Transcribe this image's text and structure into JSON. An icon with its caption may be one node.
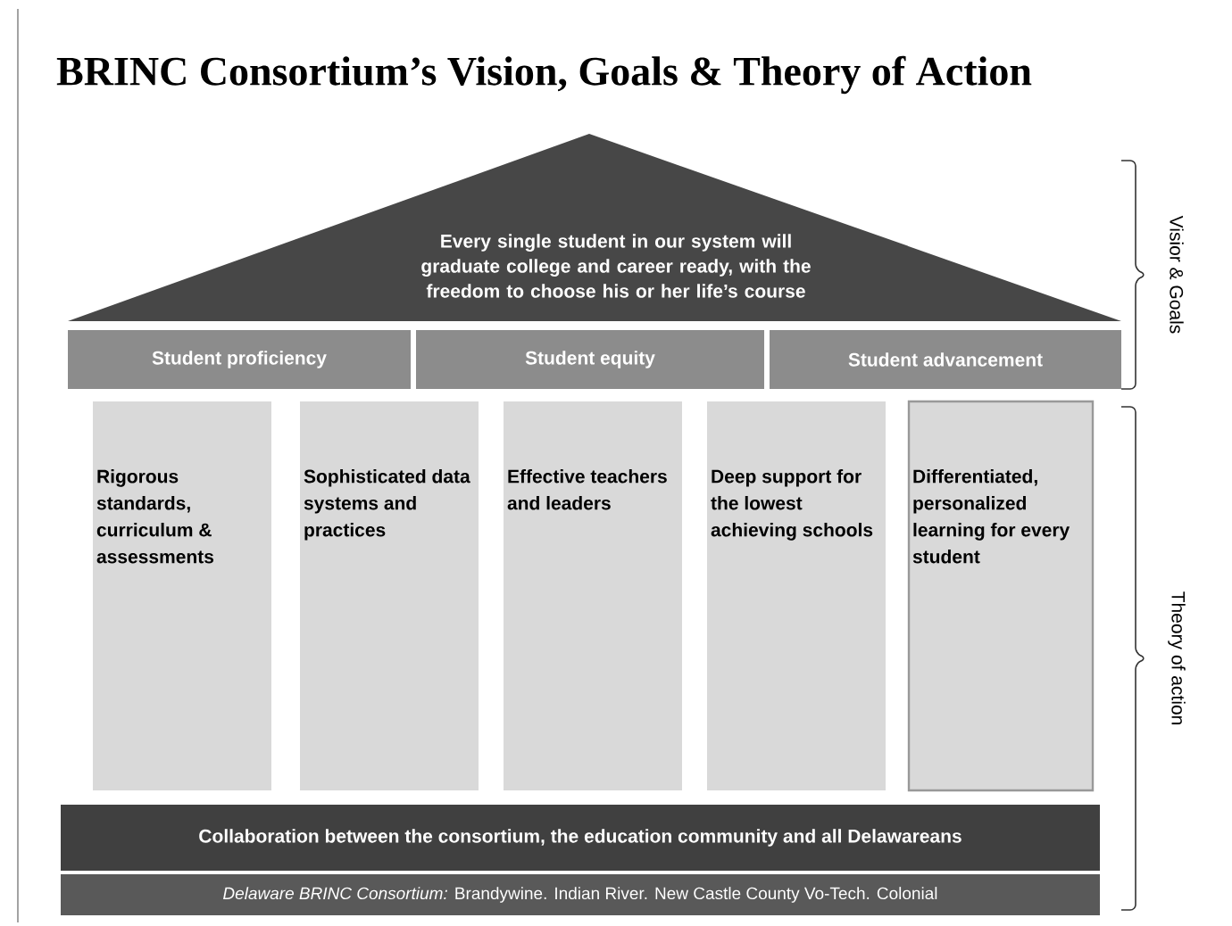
{
  "diagram": {
    "title": "BRINC Consortium’s Vision, Goals & Theory of Action",
    "nodes": [
      {
        "text": [
          "Every single student in our system will graduate college and career ready, with the freedom to choose his or her life’s course"
        ]
      },
      {
        "text": [
          "Student proficiency"
        ]
      },
      {
        "text": [
          "Student equity"
        ]
      },
      {
        "text": [
          "Student  advancement"
        ]
      },
      {
        "text": [
          "Rigorous standards, curriculum & assessments"
        ]
      },
      {
        "text": [
          "Sophisticated data systems and practices"
        ]
      },
      {
        "text": [
          "Effective teachers and leaders"
        ]
      },
      {
        "text": [
          "Deep support for the lowest achieving schools"
        ]
      },
      {
        "text": [
          "Differentiated, personalized learning for every student"
        ]
      },
      {
        "text": [
          "Collaboration  between the consortium,  the education community  and all Delawareans"
        ]
      },
      {
        "text": [
          "*Delaware BRINC Consortium:* Brandywine. Indian River. New Castle County Vo-Tech. Colonial"
        ]
      }
    ],
    "labels": [
      "Visior & Goals",
      "Theory of action"
    ]
  }
}
